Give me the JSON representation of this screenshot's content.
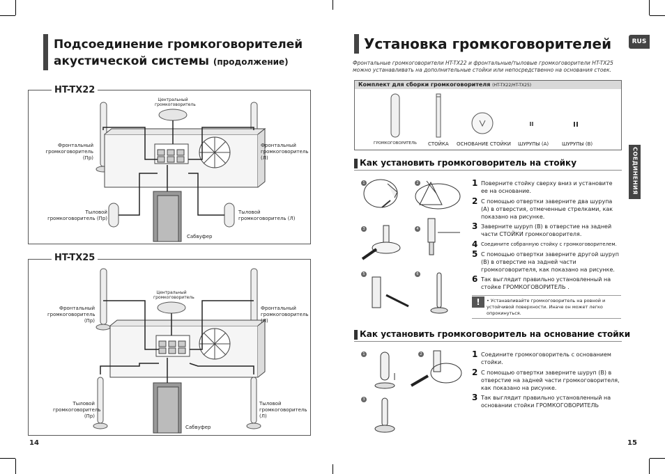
{
  "left_page": {
    "title_line1": "Подсоединение громкоговорителей",
    "title_line2": "акустической системы",
    "title_suffix": "(продолжение)",
    "page_number": "14",
    "sections": [
      {
        "model": "HT-TX22",
        "labels": {
          "center": "Центральный громкоговоритель",
          "front_right": "Фронтальный громкоговоритель (Пр)",
          "front_left": "Фронтальный громкоговоритель (Л)",
          "rear_right": "Тыловой громкоговоритель (Пр)",
          "rear_left": "Тыловой громкоговоритель (Л)",
          "subwoofer": "Сабвуфер"
        }
      },
      {
        "model": "HT-TX25",
        "labels": {
          "center": "Центральный громкоговоритель",
          "front_right": "Фронтальный громкоговоритель (Пр)",
          "front_left": "Фронтальный громкоговоритель (Л)",
          "rear_right": "Тыловой громкоговоритель (Пр)",
          "rear_left": "Тыловой громкоговоритель (Л)",
          "subwoofer": "Сабвуфер"
        }
      }
    ]
  },
  "right_page": {
    "title": "Установка громкоговорителей",
    "lang_tab": "RUS",
    "side_tab": "СОЕДИНЕНИЯ",
    "page_number": "15",
    "intro": "Фронтальные громкоговорители HT-TX22 и фронтальные/тыловые громкоговорители HT-TX25 можно устанавливать на дополнительные стойки или непосредственно на основания стоек.",
    "kit": {
      "title": "Комплект для сборки громкоговорителя",
      "models": "(HT-TX22/HT-TX25)",
      "items": [
        "ГРОМКОГОВОРИТЕЛЬ",
        "СТОЙКА",
        "ОСНОВАНИЕ СТОЙКИ",
        "ШУРУПЫ (A)",
        "ШУРУПЫ (B)"
      ]
    },
    "stand_section": {
      "heading": "Как установить громкоговоритель на стойку",
      "steps": [
        {
          "n": "1",
          "text": "Поверните стойку сверху вниз и установите ее на основание."
        },
        {
          "n": "2",
          "text": "С помощью отвертки заверните два шурупа (A) в отверстия, отмеченные стрелками, как показано на рисунке."
        },
        {
          "n": "3",
          "text": "Заверните шуруп (B) в отверстие на задней части СТОЙКИ громкоговорителя."
        },
        {
          "n": "4",
          "text": "Соедините собранную стойку с громкоговорителем."
        },
        {
          "n": "5",
          "text": "С помощью отвертки заверните другой шуруп (B) в отверстие на задней части громкоговорителя, как показано на рисунке."
        },
        {
          "n": "6",
          "text": "Так выглядит правильно установленный на стойке ГРОМКОГОВОРИТЕЛЬ ."
        }
      ],
      "warning": "Устанавливайте громкоговоритель на ровной и устойчивой поверхности. Иначе он может легко опрокинуться."
    },
    "base_section": {
      "heading": "Как установить громкоговоритель на основание стойки",
      "steps": [
        {
          "n": "1",
          "text": "Соедините громкоговоритель с основанием стойки."
        },
        {
          "n": "2",
          "text": "С помощью отвертки заверните шуруп (B) в отверстие на задней части громкоговорителя, как показано на рисунке."
        },
        {
          "n": "3",
          "text": "Так выглядит правильно установленный на основании стойки ГРОМКОГОВОРИТЕЛЬ"
        }
      ]
    },
    "figure_numbers": [
      "1",
      "2",
      "3",
      "4",
      "5",
      "6"
    ]
  }
}
